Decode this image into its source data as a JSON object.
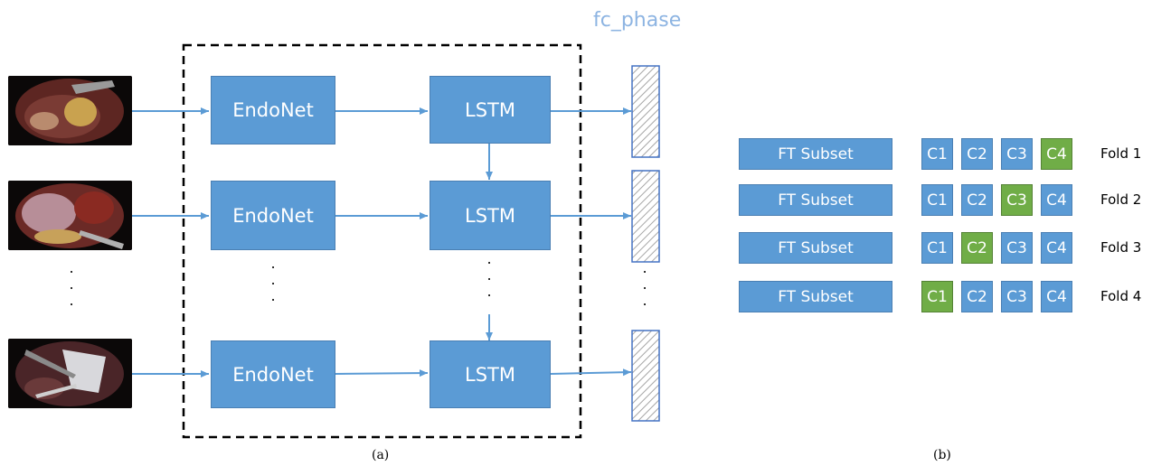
{
  "figure_a": {
    "fc_label": "fc_phase",
    "endonet_label": "EndoNet",
    "lstm_label": "LSTM",
    "ellipsis": ".",
    "caption": "(a)"
  },
  "figure_b": {
    "rows": [
      {
        "subset": "FT Subset",
        "cells": [
          "C1",
          "C2",
          "C3",
          "C4"
        ],
        "test_index": 3,
        "fold": "Fold 1"
      },
      {
        "subset": "FT Subset",
        "cells": [
          "C1",
          "C2",
          "C3",
          "C4"
        ],
        "test_index": 2,
        "fold": "Fold 2"
      },
      {
        "subset": "FT Subset",
        "cells": [
          "C1",
          "C2",
          "C3",
          "C4"
        ],
        "test_index": 1,
        "fold": "Fold 3"
      },
      {
        "subset": "FT Subset",
        "cells": [
          "C1",
          "C2",
          "C3",
          "C4"
        ],
        "test_index": 0,
        "fold": "Fold 4"
      }
    ],
    "caption": "(b)"
  },
  "colors": {
    "block_blue": "#5b9bd5",
    "test_green": "#70ad47",
    "fc_label_blue": "#8db4e2",
    "arrow_blue": "#5b9bd5"
  }
}
